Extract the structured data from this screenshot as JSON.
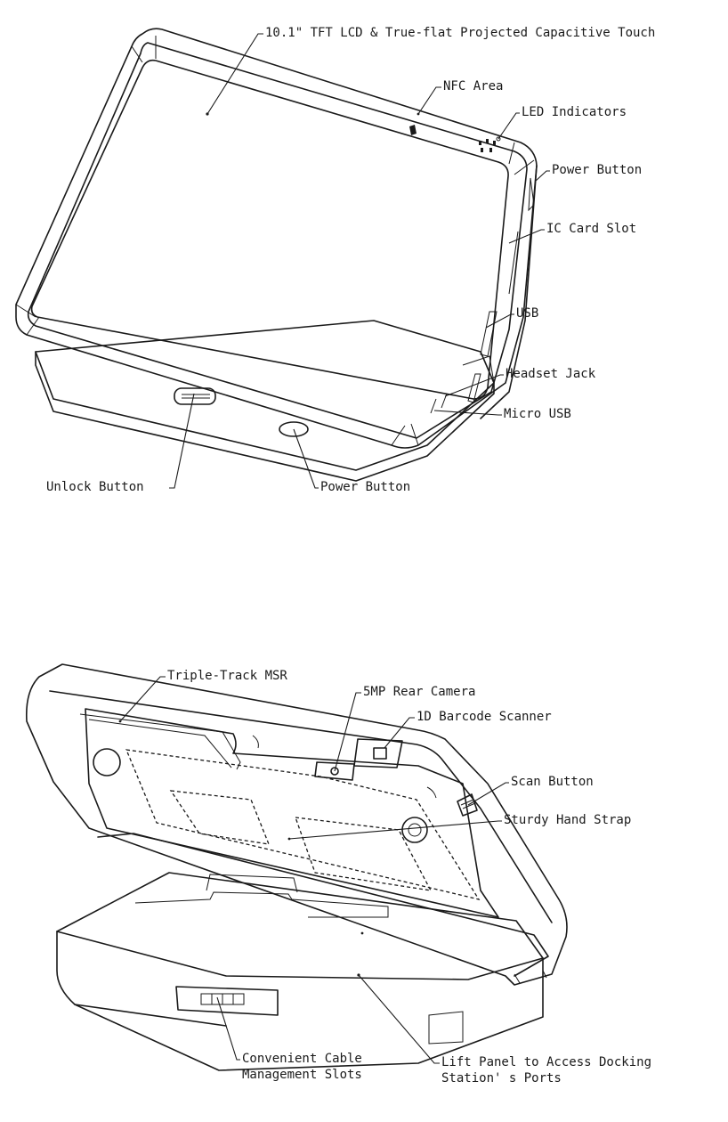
{
  "front_view": {
    "labels": {
      "display": "10.1\" TFT LCD & True-flat Projected Capacitive Touch",
      "nfc": "NFC Area",
      "led": "LED Indicators",
      "power_side": "Power Button",
      "ic_card": "IC Card Slot",
      "usb": "USB",
      "headset": "Headset Jack",
      "micro_usb": "Micro USB",
      "unlock": "Unlock Button",
      "power_dock": "Power Button"
    }
  },
  "rear_view": {
    "labels": {
      "msr": "Triple-Track MSR",
      "camera": "5MP Rear Camera",
      "barcode": "1D Barcode Scanner",
      "scan": "Scan Button",
      "strap": "Sturdy Hand Strap",
      "cable": "Convenient Cable\nManagement Slots",
      "lift": "Lift Panel to Access Docking\nStation' s Ports"
    }
  }
}
